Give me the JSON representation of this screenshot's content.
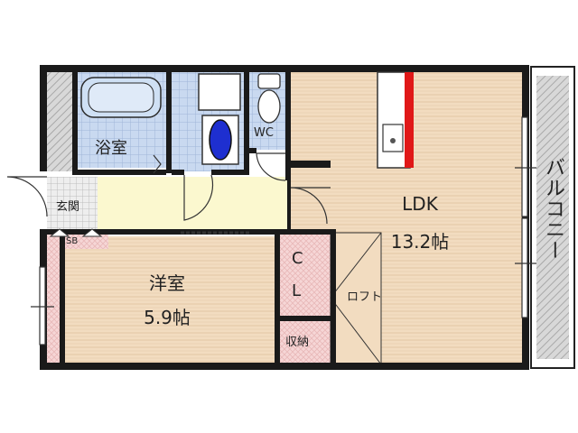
{
  "rooms": {
    "bath": "浴室",
    "wc": "WC",
    "entrance": "玄関",
    "shoebox": "SB",
    "ldk_name": "LDK",
    "ldk_size": "13.2帖",
    "western_name": "洋室",
    "western_size": "5.9帖",
    "closet_c": "C",
    "closet_l": "L",
    "loft": "ロフト",
    "storage": "収納",
    "balcony": "バルコニー"
  },
  "colors": {
    "wall": "#1a1a1a",
    "floor_wood": "#f2dcc0",
    "floor_tile": "#c9d9f0",
    "hall": "#fbf8cf",
    "storage": "#f6d6d6",
    "balcony": "#d8d8d8",
    "accent_red": "#e01818",
    "toilet_blue": "#1e2fd0"
  }
}
